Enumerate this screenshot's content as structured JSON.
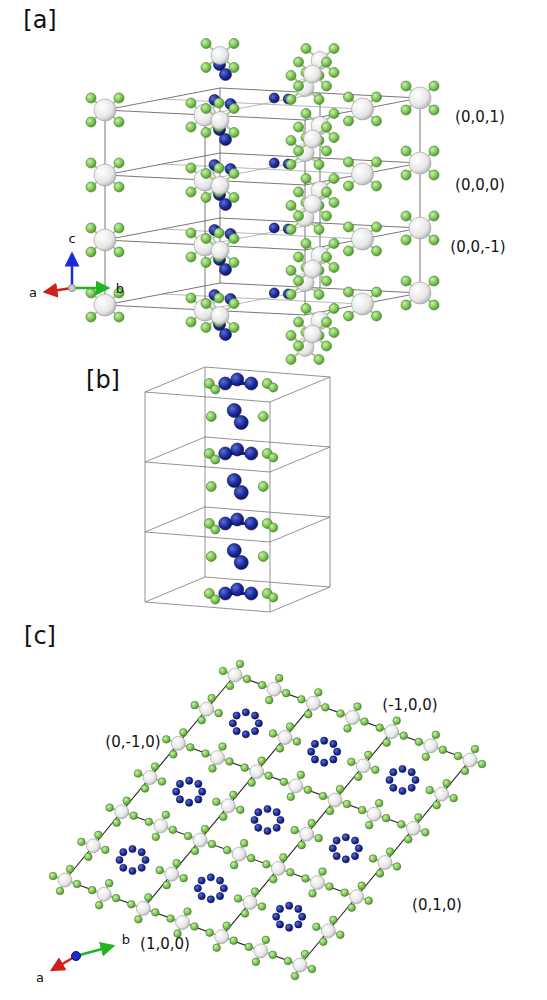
{
  "diagram": {
    "labels": [
      "[a]",
      "(0,0,1)",
      "(0,0,0)",
      "(0,0,-1)",
      "c",
      "a",
      "b",
      "[b]",
      "[c]",
      "(0,-1,0)",
      "(-1,0,0)",
      "(1,0,0)",
      "(0,1,0)",
      "a",
      "b"
    ]
  }
}
